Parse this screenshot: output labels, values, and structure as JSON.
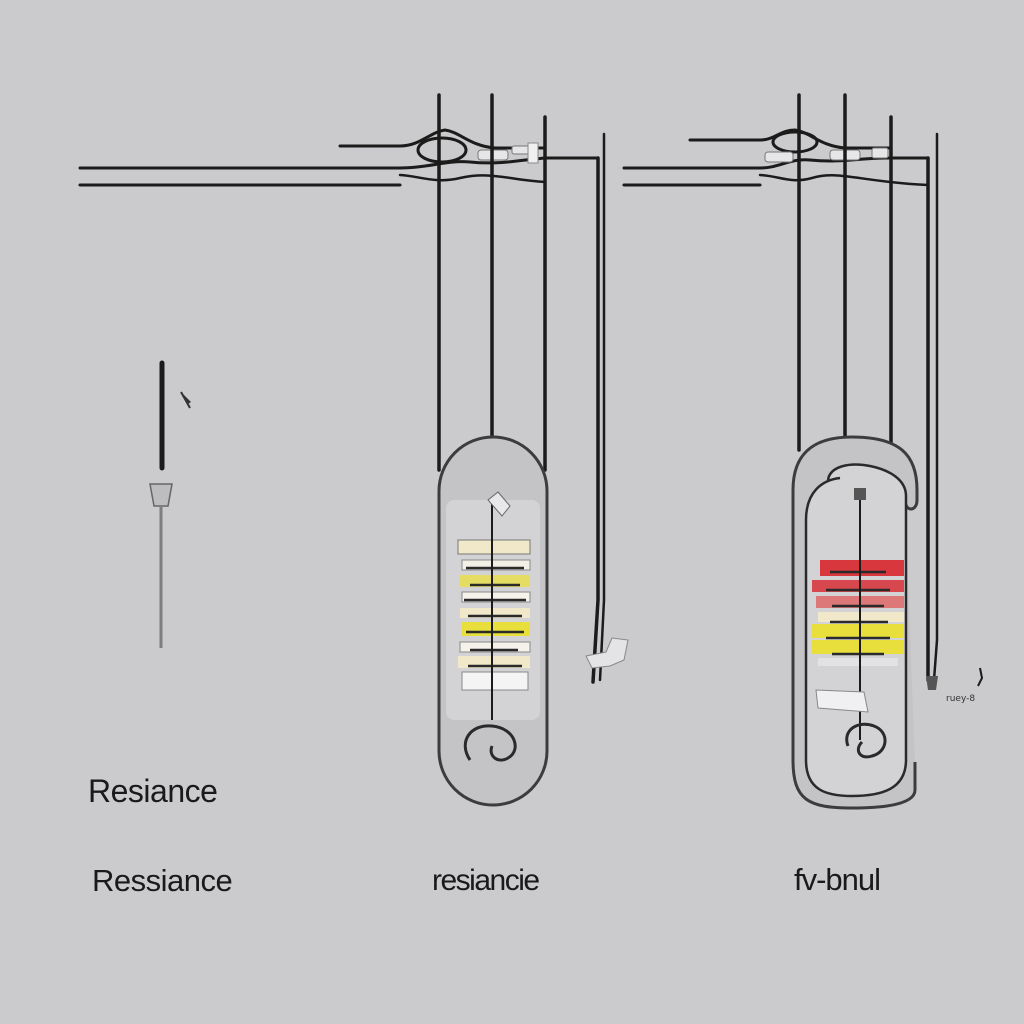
{
  "labels": {
    "left_upper": "Resiance",
    "left_lower": "Ressiance",
    "middle": "resiancie",
    "right": "fv-bnul",
    "right_small": "ruey-8"
  },
  "colors": {
    "background": "#cbcbcd",
    "wire": "#1b1b1b",
    "capsule_fill": "#c4c4c7",
    "capsule_stroke": "#3c3c3e",
    "band_red": "#d8262c",
    "band_yellow": "#e9df3c",
    "band_cream": "#f0e8c8"
  }
}
